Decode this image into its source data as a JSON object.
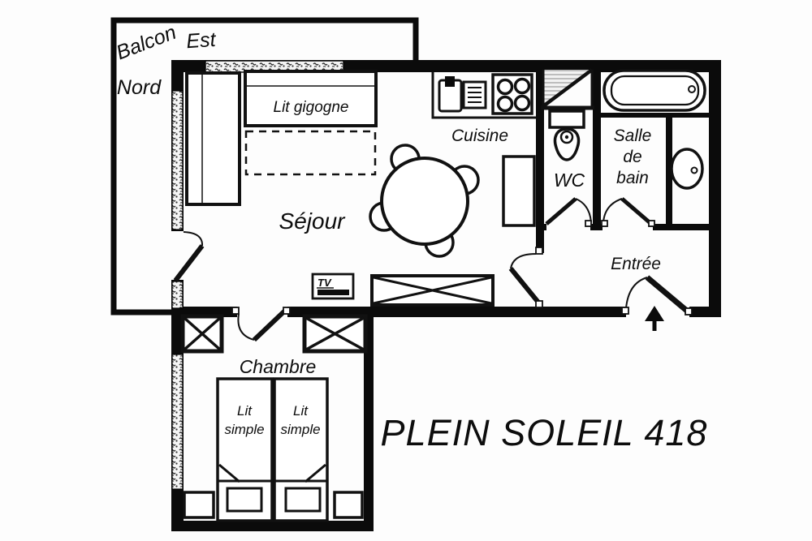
{
  "title": "PLEIN SOLEIL 418",
  "compass": {
    "balcony_label": "Balcon",
    "east_label": "Est",
    "north_label": "Nord"
  },
  "rooms": {
    "sejour": "Séjour",
    "cuisine": "Cuisine",
    "wc": "WC",
    "salle_de_bain": [
      "Salle",
      "de",
      "bain"
    ],
    "entree": "Entrée",
    "chambre": "Chambre"
  },
  "furniture": {
    "lit_gigogne": "Lit gigogne",
    "tv": "TV",
    "lit_simple_line1": "Lit",
    "lit_simple_line2": "simple"
  },
  "colors": {
    "wall": "#0b0b0b",
    "line": "#111111",
    "background": "#fdfdfd",
    "hatch": "#999999"
  }
}
